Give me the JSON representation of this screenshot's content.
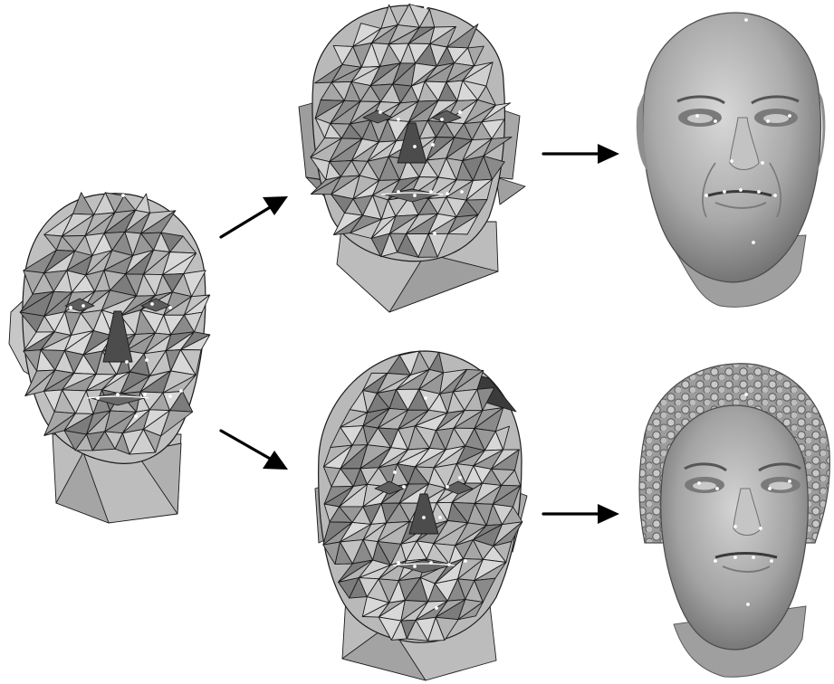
{
  "figure": {
    "panels": [
      {
        "id": "source-generic-mesh",
        "kind": "coarse-mesh"
      },
      {
        "id": "fitted-mesh-top",
        "kind": "coarse-mesh"
      },
      {
        "id": "fitted-mesh-bottom",
        "kind": "coarse-mesh"
      },
      {
        "id": "scan-top",
        "kind": "smooth-surface"
      },
      {
        "id": "scan-bottom",
        "kind": "smooth-surface"
      }
    ],
    "arrows": [
      {
        "from": "source-generic-mesh",
        "to": "fitted-mesh-top"
      },
      {
        "from": "source-generic-mesh",
        "to": "fitted-mesh-bottom"
      },
      {
        "from": "fitted-mesh-top",
        "to": "scan-top"
      },
      {
        "from": "fitted-mesh-bottom",
        "to": "scan-bottom"
      }
    ],
    "colors": {
      "background": "#ffffff",
      "mesh_light": "#c4c4c4",
      "mesh_mid": "#9a9a9a",
      "mesh_dark": "#5a5a5a",
      "surface": "#b5b5b5",
      "landmark": "#ffffff",
      "arrow": "#000000"
    }
  }
}
